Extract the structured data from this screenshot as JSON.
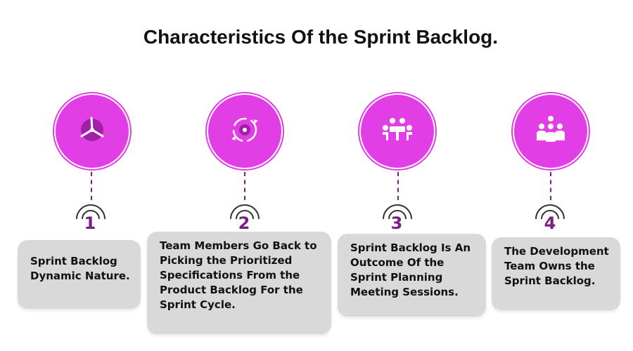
{
  "title": "Characteristics Of the Sprint Backlog.",
  "colors": {
    "accent": "#e23ee6",
    "number": "#7a1f84",
    "box": "#d9d9d9"
  },
  "items": [
    {
      "number": "1",
      "icon": "wind-turbine-icon",
      "text": "Sprint Backlog Dynamic Nature."
    },
    {
      "number": "2",
      "icon": "cycle-gear-icon",
      "text": "Team Members Go Back to Picking the Prioritized Specifications From the Product Backlog For the Sprint Cycle."
    },
    {
      "number": "3",
      "icon": "meeting-table-icon",
      "text": "Sprint Backlog Is An Outcome Of the Sprint Planning Meeting Sessions."
    },
    {
      "number": "4",
      "icon": "team-group-icon",
      "text": "The Development Team Owns the Sprint Backlog."
    }
  ]
}
